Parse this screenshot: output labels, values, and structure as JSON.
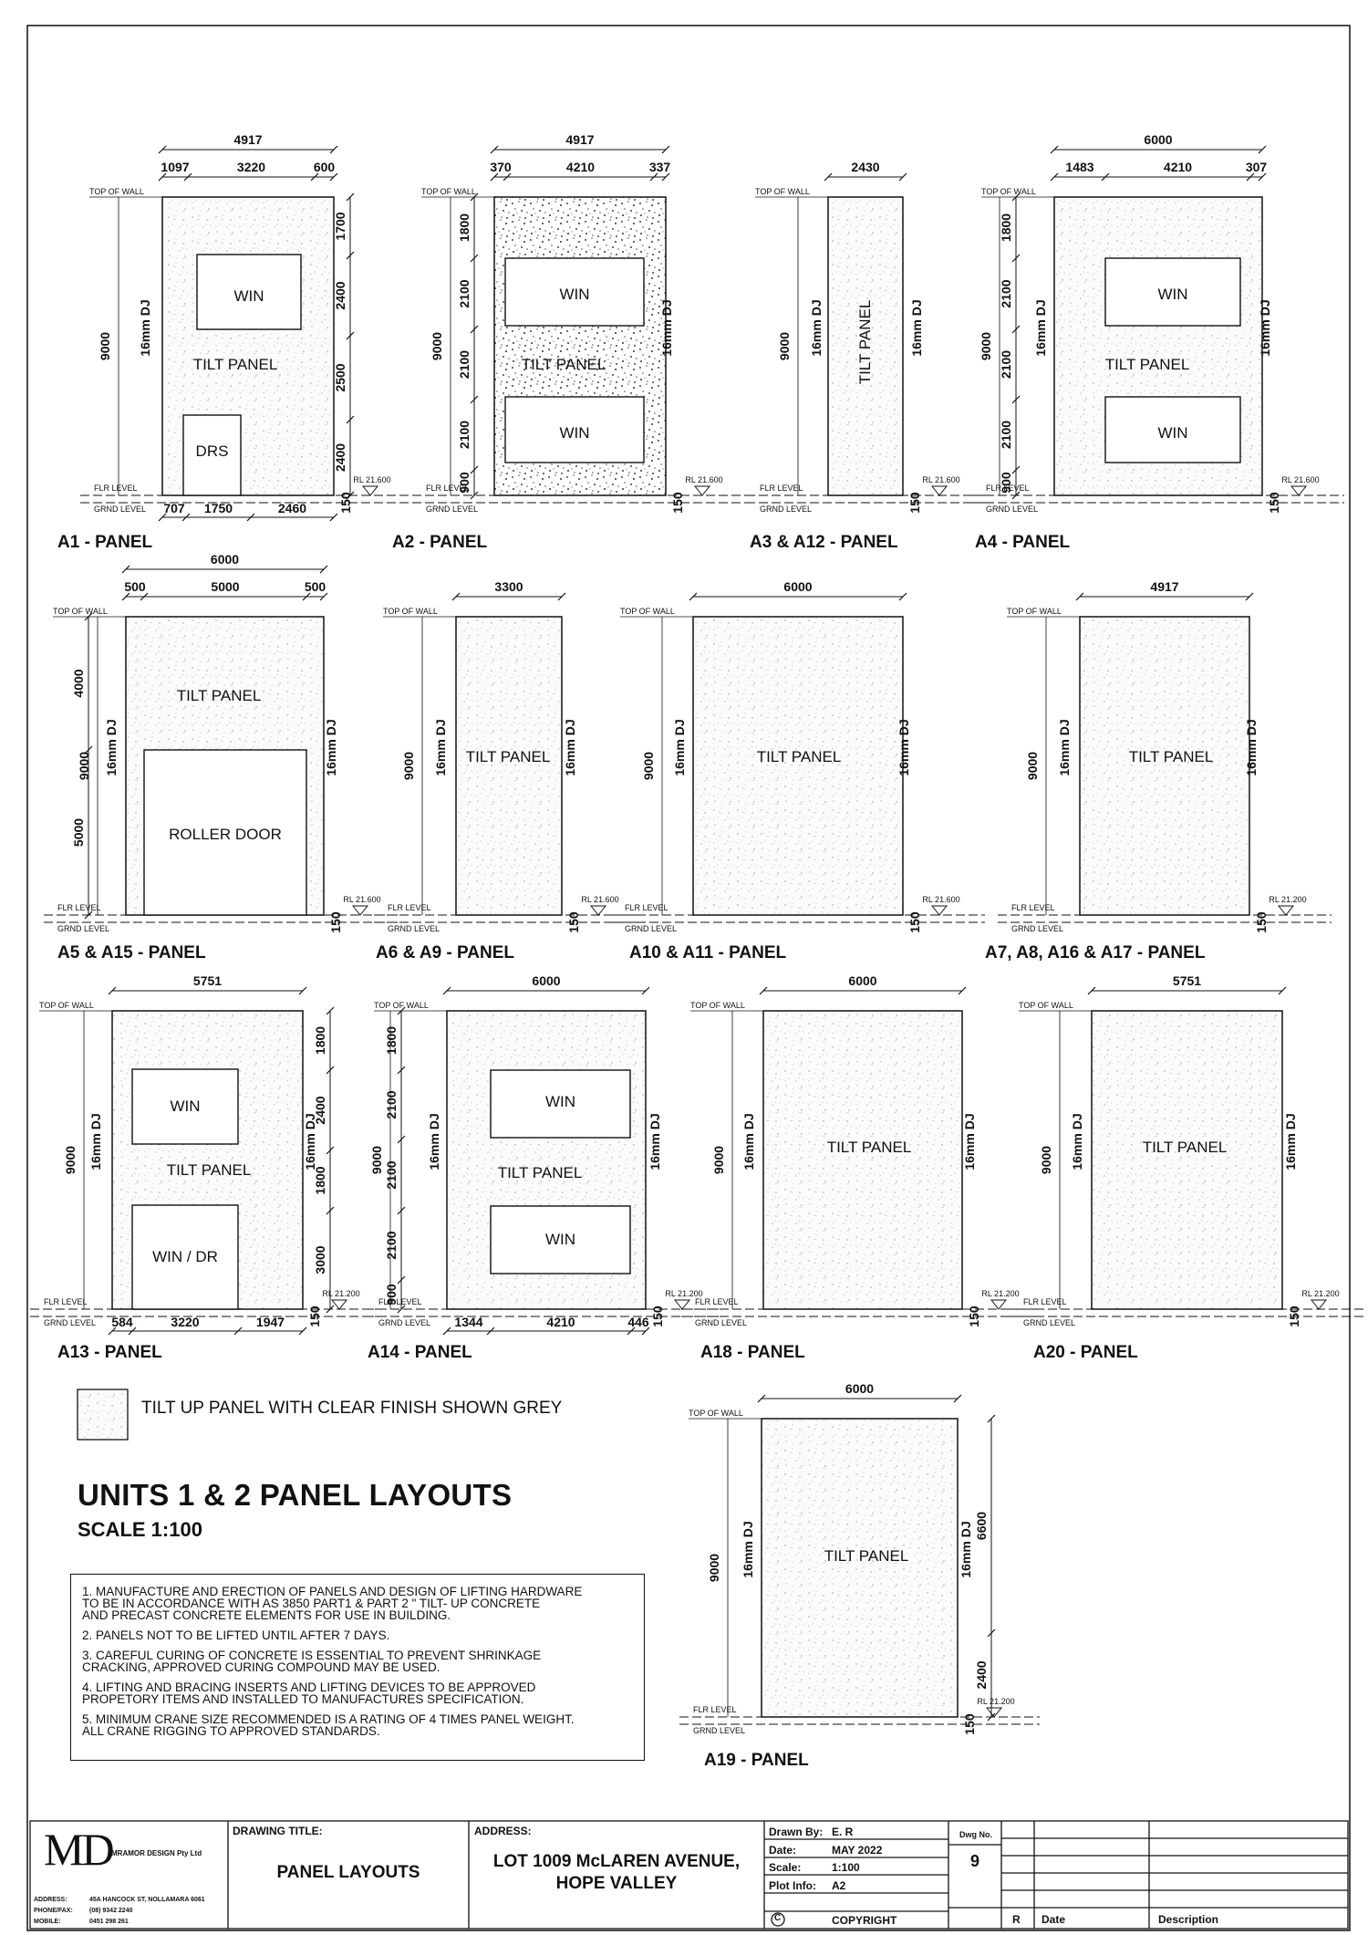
{
  "common": {
    "top_of_wall": "TOP OF WALL",
    "flr_level": "FLR LEVEL",
    "grnd_level": "GRND LEVEL",
    "dj": "16mm DJ",
    "tilt_panel": "TILT PANEL",
    "height_9000": "9000",
    "step_150": "150"
  },
  "panels": [
    {
      "caption": "A1 - PANEL",
      "rl": "RL 21.600",
      "total_width": "4917",
      "top_segments": [
        "1097",
        "3220",
        "600"
      ],
      "bottom_segments": [
        "707",
        "1750",
        "2460"
      ],
      "right_dims": [
        "1700",
        "2400",
        "2500",
        "2400"
      ],
      "openings": [
        "WIN",
        "DRS"
      ]
    },
    {
      "caption": "A2 - PANEL",
      "rl": "RL 21.600",
      "total_width": "4917",
      "top_segments": [
        "370",
        "4210",
        "337"
      ],
      "left_dims": [
        "1800",
        "2100",
        "2100",
        "2100",
        "900"
      ],
      "openings": [
        "WIN",
        "WIN"
      ]
    },
    {
      "caption": "A3 & A12 - PANEL",
      "rl": "RL 21.600",
      "total_width": "2430"
    },
    {
      "caption": "A4 - PANEL",
      "rl": "RL 21.600",
      "total_width": "6000",
      "top_segments": [
        "1483",
        "4210",
        "307"
      ],
      "left_dims": [
        "1800",
        "2100",
        "2100",
        "2100",
        "900"
      ],
      "openings": [
        "WIN",
        "WIN"
      ]
    },
    {
      "caption": "A5 & A15 - PANEL",
      "rl": "RL 21.600",
      "total_width": "6000",
      "top_segments": [
        "500",
        "5000",
        "500"
      ],
      "left_dims": [
        "4000",
        "5000"
      ],
      "openings": [
        "ROLLER DOOR"
      ]
    },
    {
      "caption": "A6 & A9 - PANEL",
      "rl": "RL 21.600",
      "total_width": "3300"
    },
    {
      "caption": "A10 & A11 - PANEL",
      "rl": "RL 21.600",
      "total_width": "6000"
    },
    {
      "caption": "A7, A8, A16 & A17 - PANEL",
      "rl": "RL 21.200",
      "total_width": "4917"
    },
    {
      "caption": "A13 - PANEL",
      "rl": "RL 21.200",
      "total_width": "5751",
      "bottom_segments": [
        "584",
        "3220",
        "1947"
      ],
      "right_dims": [
        "1800",
        "2400",
        "1800",
        "3000"
      ],
      "openings": [
        "WIN",
        "WIN / DR"
      ]
    },
    {
      "caption": "A14 - PANEL",
      "rl": "RL 21.200",
      "total_width": "6000",
      "bottom_segments": [
        "1344",
        "4210",
        "446"
      ],
      "left_dims": [
        "1800",
        "2100",
        "2100",
        "2100",
        "900"
      ],
      "openings": [
        "WIN",
        "WIN"
      ]
    },
    {
      "caption": "A18  - PANEL",
      "rl": "RL 21.200",
      "total_width": "6000"
    },
    {
      "caption": "A20 - PANEL",
      "rl": "RL 21.200",
      "total_width": "5751"
    },
    {
      "caption": "A19 - PANEL",
      "rl": "RL 21.200",
      "total_width": "6000",
      "right_dims": [
        "6600",
        "2400"
      ]
    }
  ],
  "legend": {
    "text": "TILT UP PANEL WITH CLEAR FINISH SHOWN GREY"
  },
  "title": {
    "main": "UNITS 1 & 2 PANEL LAYOUTS",
    "scale": "SCALE  1:100"
  },
  "notes": [
    "1.  MANUFACTURE AND ERECTION OF PANELS AND DESIGN OF LIFTING HARDWARE\n     TO BE IN ACCORDANCE WITH AS 3850 PART1 & PART 2 \" TILT- UP CONCRETE\n     AND PRECAST CONCRETE ELEMENTS FOR USE IN BUILDING.",
    "2.  PANELS NOT TO BE LIFTED UNTIL AFTER 7 DAYS.",
    "3.  CAREFUL CURING OF CONCRETE IS ESSENTIAL TO PREVENT SHRINKAGE\n     CRACKING, APPROVED CURING COMPOUND MAY BE USED.",
    "4.  LIFTING AND BRACING INSERTS AND LIFTING DEVICES TO BE APPROVED\n     PROPETORY ITEMS AND INSTALLED TO MANUFACTURES SPECIFICATION.",
    "5.  MINIMUM CRANE SIZE RECOMMENDED IS A RATING OF 4 TIMES PANEL WEIGHT.\n     ALL CRANE RIGGING TO APPROVED STANDARDS."
  ],
  "title_block": {
    "logo": "MD",
    "company": "MRAMOR DESIGN Pty Ltd",
    "address_label": "ADDRESS:",
    "address_value": "45A HANCOCK ST, NOLLAMARA 6061",
    "phone_label": "PHONE/FAX:",
    "phone_value": "(08) 9342 2240",
    "mobile_label": "MOBILE:",
    "mobile_value": "0451 298 261",
    "drawing_title_label": "DRAWING TITLE:",
    "drawing_title": "PANEL LAYOUTS",
    "site_address_label": "ADDRESS:",
    "site_address_line1": "LOT 1009 McLAREN AVENUE,",
    "site_address_line2": "HOPE VALLEY",
    "drawn_by_label": "Drawn By:",
    "drawn_by": "E. R",
    "date_label": "Date:",
    "date": "MAY 2022",
    "scale_label": "Scale:",
    "scale": "1:100",
    "plot_label": "Plot Info:",
    "plot": "A2",
    "copyright_symbol": "C",
    "copyright": "COPYRIGHT",
    "dwg_label": "Dwg No.",
    "dwg_no": "9",
    "rev_r": "R",
    "rev_date": "Date",
    "rev_desc": "Description"
  }
}
